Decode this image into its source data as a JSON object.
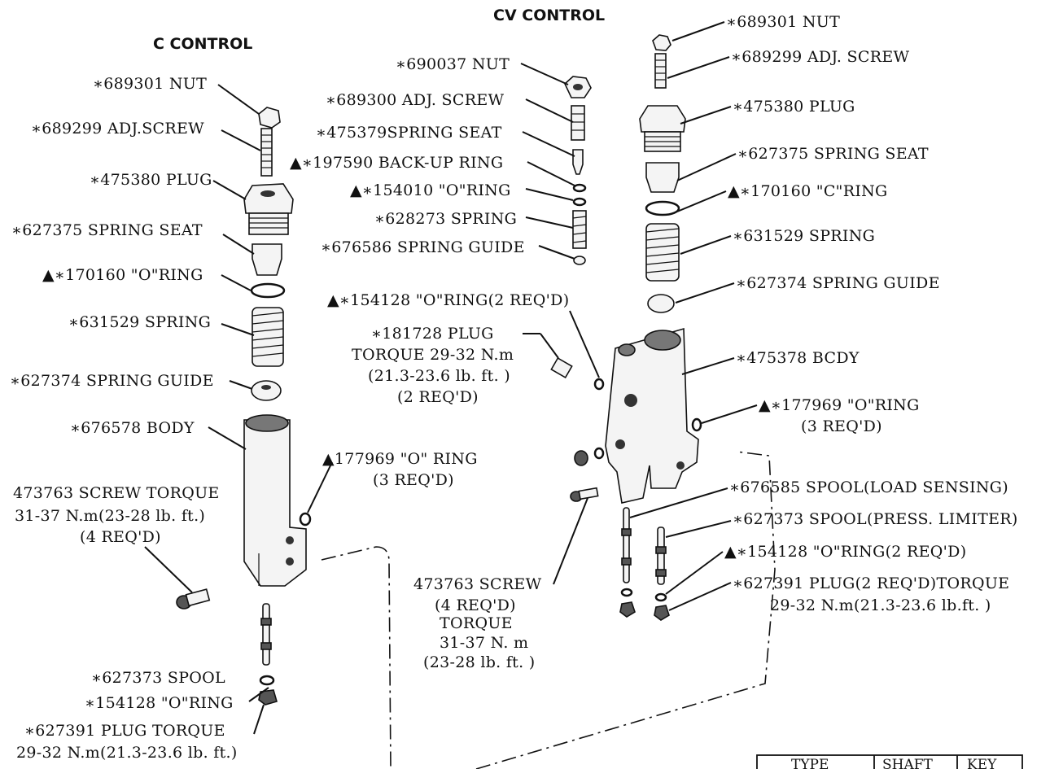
{
  "headers": {
    "cv_control": "CV CONTROL",
    "c_control": "C CONTROL"
  },
  "c_labels": [
    "∗689301 NUT",
    "∗689299 ADJ.SCREW",
    "∗475380 PLUG",
    "∗627375 SPRING SEAT",
    "▲∗170160 \"O\"RING",
    "∗631529 SPRING",
    "∗627374 SPRING GUIDE",
    "∗676578 BODY",
    "473763 SCREW TORQUE",
    "31-37 N.m(23-28 lb. ft.)",
    "(4 REQ'D)",
    "▲177969 \"O\" RING",
    "(3 REQ'D)",
    "∗627373 SPOOL",
    "∗154128 \"O\"RING",
    "∗627391 PLUG TORQUE",
    "29-32 N.m(21.3-23.6 lb. ft.)"
  ],
  "mid_labels": [
    "∗690037 NUT",
    "∗689300 ADJ. SCREW",
    "∗475379SPRING SEAT",
    "▲∗197590 BACK-UP RING",
    "▲∗154010 \"O\"RING",
    "∗628273 SPRING",
    "∗676586 SPRING GUIDE",
    "▲∗154128 \"O\"RING(2 REQ'D)",
    "∗181728 PLUG",
    "TORQUE 29-32 N.m",
    "(21.3-23.6 lb. ft. )",
    "(2 REQ'D)",
    "473763 SCREW",
    "(4 REQ'D)",
    "TORQUE",
    "31-37 N. m",
    "(23-28 lb. ft. )"
  ],
  "cv_labels": [
    "∗689301 NUT",
    "∗689299 ADJ. SCREW",
    "∗475380 PLUG",
    "∗627375 SPRING SEAT",
    "▲∗170160 \"C\"RING",
    "∗631529 SPRING",
    "∗627374 SPRING GUIDE",
    "∗475378 BCDY",
    "▲∗177969 \"O\"RING",
    "(3 REQ'D)",
    "∗676585 SPOOL(LOAD SENSING)",
    "∗627373 SPOOL(PRESS. LIMITER)",
    "▲∗154128 \"O\"RING(2 REQ'D)",
    "∗627391 PLUG(2 REQ'D)TORQUE",
    "29-32 N.m(21.3-23.6 lb.ft. )"
  ],
  "table": {
    "headers": [
      "TYPE",
      "SHAFT",
      "KEY"
    ]
  }
}
